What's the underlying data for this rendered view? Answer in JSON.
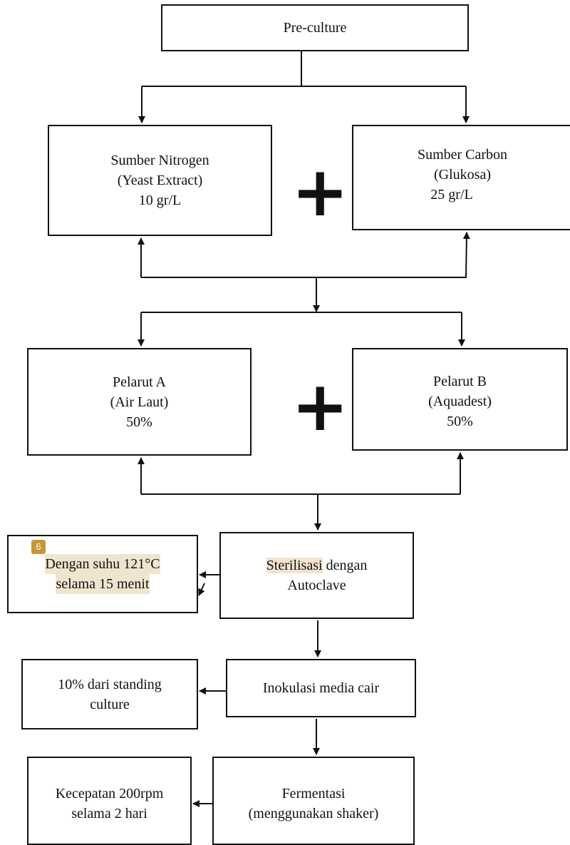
{
  "nodes": {
    "preculture": {
      "line1": "Pre-culture"
    },
    "nitrogen": {
      "line1": "Sumber Nitrogen",
      "line2": "(Yeast Extract)",
      "line3": "10 gr/L"
    },
    "carbon": {
      "line1": "Sumber Carbon",
      "line2": "(Glukosa)",
      "line3": "25 gr/L"
    },
    "pelarut_a": {
      "line1": "Pelarut A",
      "line2": "(Air Laut)",
      "line3": "50%"
    },
    "pelarut_b": {
      "line1": "Pelarut B",
      "line2": "(Aquadest)",
      "line3": "50%"
    },
    "suhu": {
      "line1": "Dengan suhu 121°C",
      "line2": "selama 15 menit"
    },
    "sterilisasi": {
      "highlight": "Sterilisasi",
      "rest": " dengan",
      "line2": "Autoclave"
    },
    "standing": {
      "line1": "10% dari standing",
      "line2": "culture"
    },
    "inokulasi": {
      "line1": "Inokulasi media cair"
    },
    "kecepatan": {
      "line1": "Kecepatan 200rpm",
      "line2": "selama 2 hari"
    },
    "fermentasi": {
      "line1": "Fermentasi",
      "line2": "(menggunakan shaker)"
    }
  },
  "plus_sign": "+",
  "comment_badge": "6",
  "colors": {
    "highlight": "#f1e4cf",
    "badge": "#c8963a",
    "stroke": "#111111"
  }
}
